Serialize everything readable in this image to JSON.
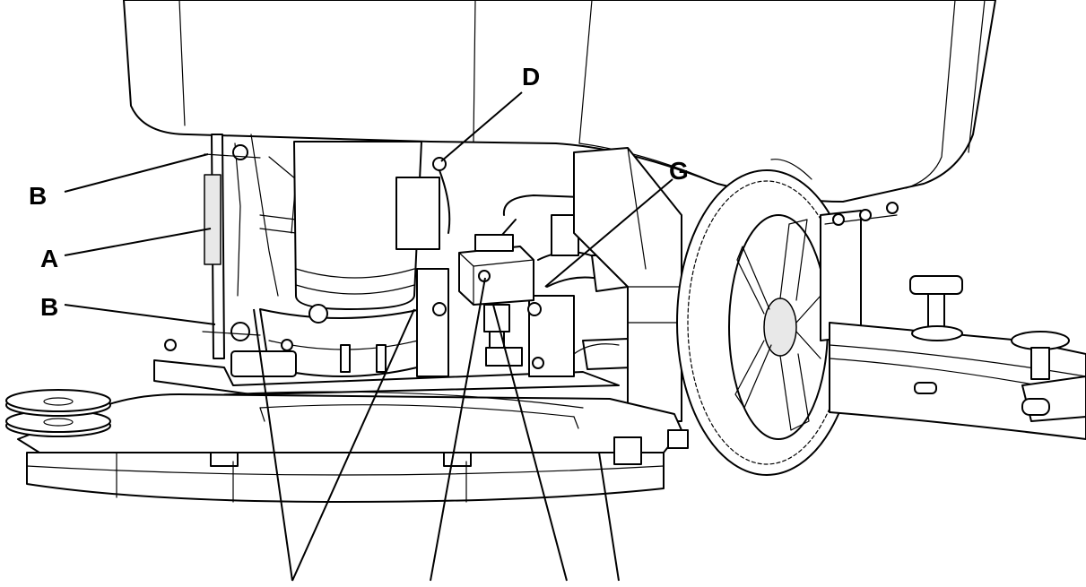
{
  "callouts": {
    "a": "A",
    "b_upper": "B",
    "b_lower": "B",
    "d": "D",
    "g": "G"
  }
}
